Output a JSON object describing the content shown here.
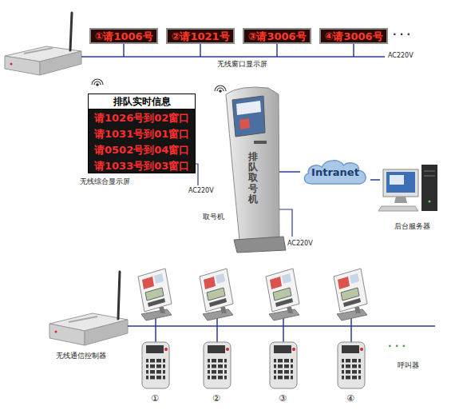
{
  "diagram": {
    "nodes": [
      {
        "text": [
          "①请1006号"
        ]
      },
      {
        "text": [
          "②请1021号"
        ]
      },
      {
        "text": [
          "③请3006号"
        ]
      },
      {
        "text": [
          "④请3006号"
        ]
      },
      {
        "text": [
          "排队实时信息"
        ]
      },
      {
        "text": [
          "请1026号到02窗口"
        ],
        "in": 4
      },
      {
        "text": [
          "请1031号到01窗口"
        ],
        "in": 4
      },
      {
        "text": [
          "请0502号到04窗口"
        ],
        "in": 4
      },
      {
        "text": [
          "请1033号到03窗口"
        ],
        "in": 4
      },
      {
        "text": [
          "排队取号机"
        ]
      },
      {
        "text": [
          "Intranet"
        ]
      },
      {
        "text": [
          "后台服务器"
        ]
      }
    ],
    "edges": [
      {
        "from": 9,
        "to": 10,
        "arrow": "none"
      },
      {
        "from": 10,
        "to": 11,
        "arrow": "none"
      }
    ],
    "labels": [
      "· · ·",
      "无线窗口显示屏",
      "AC220V",
      "无线综合显示屏",
      "AC220V",
      "取号机",
      "AC220V",
      "无线通信控制器",
      "· · ·",
      "呼叫器",
      "①",
      "②",
      "③",
      "④"
    ]
  }
}
